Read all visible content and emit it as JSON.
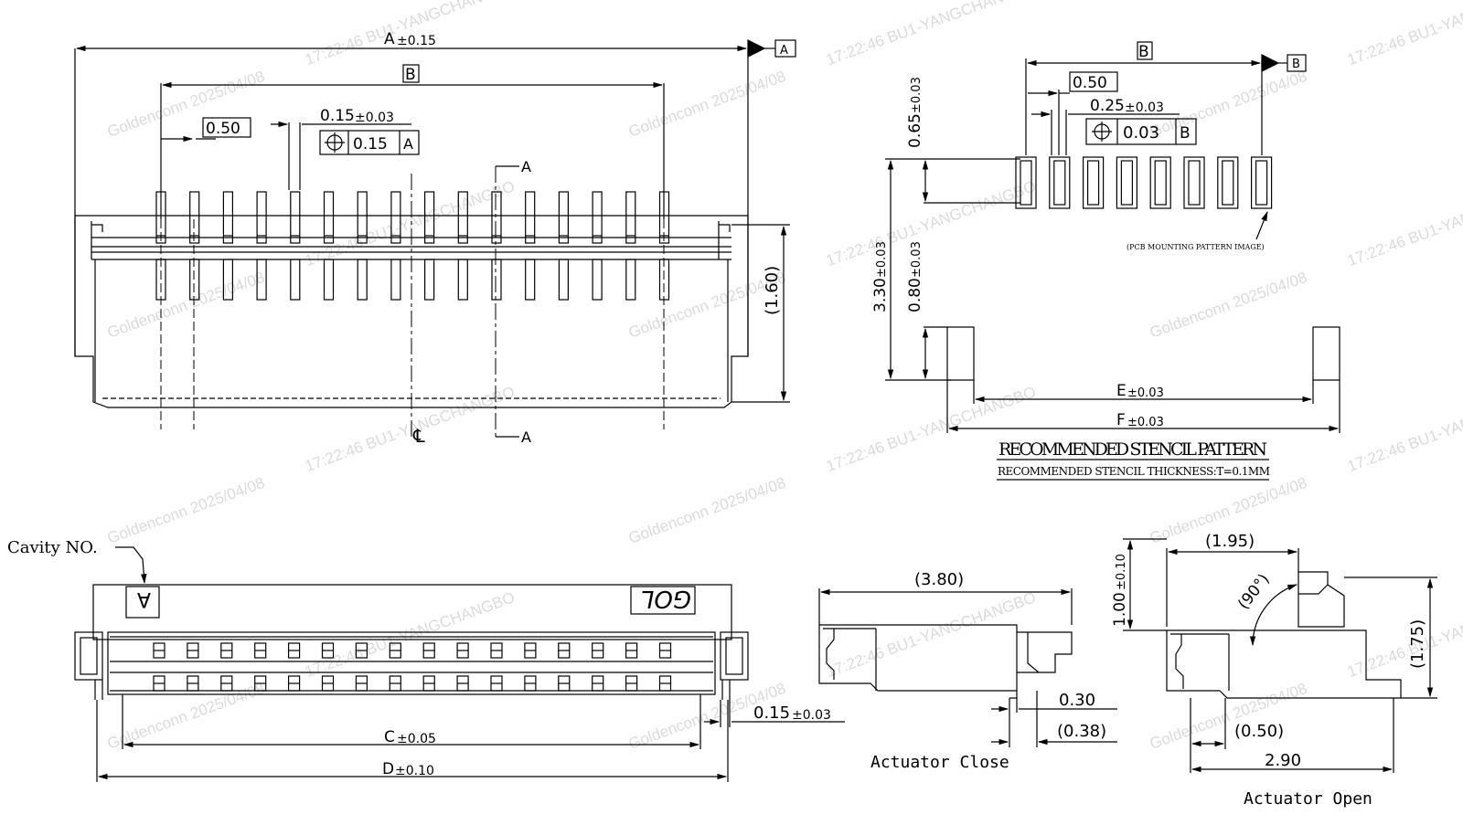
{
  "watermark": {
    "company": "Goldenconn 2025/04/08",
    "time_user": "17:22:46 BU1-YANGCHANGBO"
  },
  "top_view": {
    "dim_a": "A",
    "tol_a": "±0.15",
    "datum_a": "A",
    "dim_b": "B",
    "pitch": "0.50",
    "pin_width": "0.15",
    "pin_width_tol": "±0.03",
    "position_tol_value": "0.15",
    "position_tol_datum": "A",
    "section_label": "A",
    "height_ref": "(1.60)",
    "centerline": "℄",
    "pin_count_per_row": 16
  },
  "pcb_pattern": {
    "dim_b": "B",
    "datum_b": "B",
    "pitch": "0.50",
    "pad_width": "0.25",
    "pad_width_tol": "±0.03",
    "position_tol_value": "0.03",
    "position_tol_datum": "B",
    "pad_length": "0.65",
    "pad_length_tol": "±0.03",
    "total_length": "3.30",
    "total_length_tol": "±0.03",
    "mount_pad_length": "0.80",
    "mount_pad_length_tol": "±0.03",
    "dim_e": "E",
    "tol_e": "±0.03",
    "dim_f": "F",
    "tol_f": "±0.03",
    "note_image": "(PCB MOUNTING PATTERN IMAGE)",
    "stencil_title": "RECOMMENDED STENCIL PATTERN",
    "stencil_thickness": "RECOMMENDED STENCIL THICKNESS:T=0.1MM",
    "pad_count": 8
  },
  "front_view": {
    "cavity_label": "Cavity NO.",
    "cavity_mark": "A",
    "logo": "GOL",
    "dim_c": "C",
    "tol_c": "±0.05",
    "dim_d": "D",
    "tol_d": "±0.10",
    "gap": "0.15",
    "gap_tol": "±0.03"
  },
  "side_close": {
    "length": "(3.80)",
    "lead": "0.30",
    "lead_ref": "(0.38)",
    "caption": "Actuator Close"
  },
  "side_open": {
    "width": "(1.95)",
    "angle": "(90°)",
    "height": "1.00",
    "height_tol": "±0.10",
    "height_ref": "(1.75)",
    "offset": "(0.50)",
    "depth": "2.90",
    "caption": "Actuator Open"
  },
  "colors": {
    "ink": "#000000",
    "watermark": "#bdbdbd"
  }
}
